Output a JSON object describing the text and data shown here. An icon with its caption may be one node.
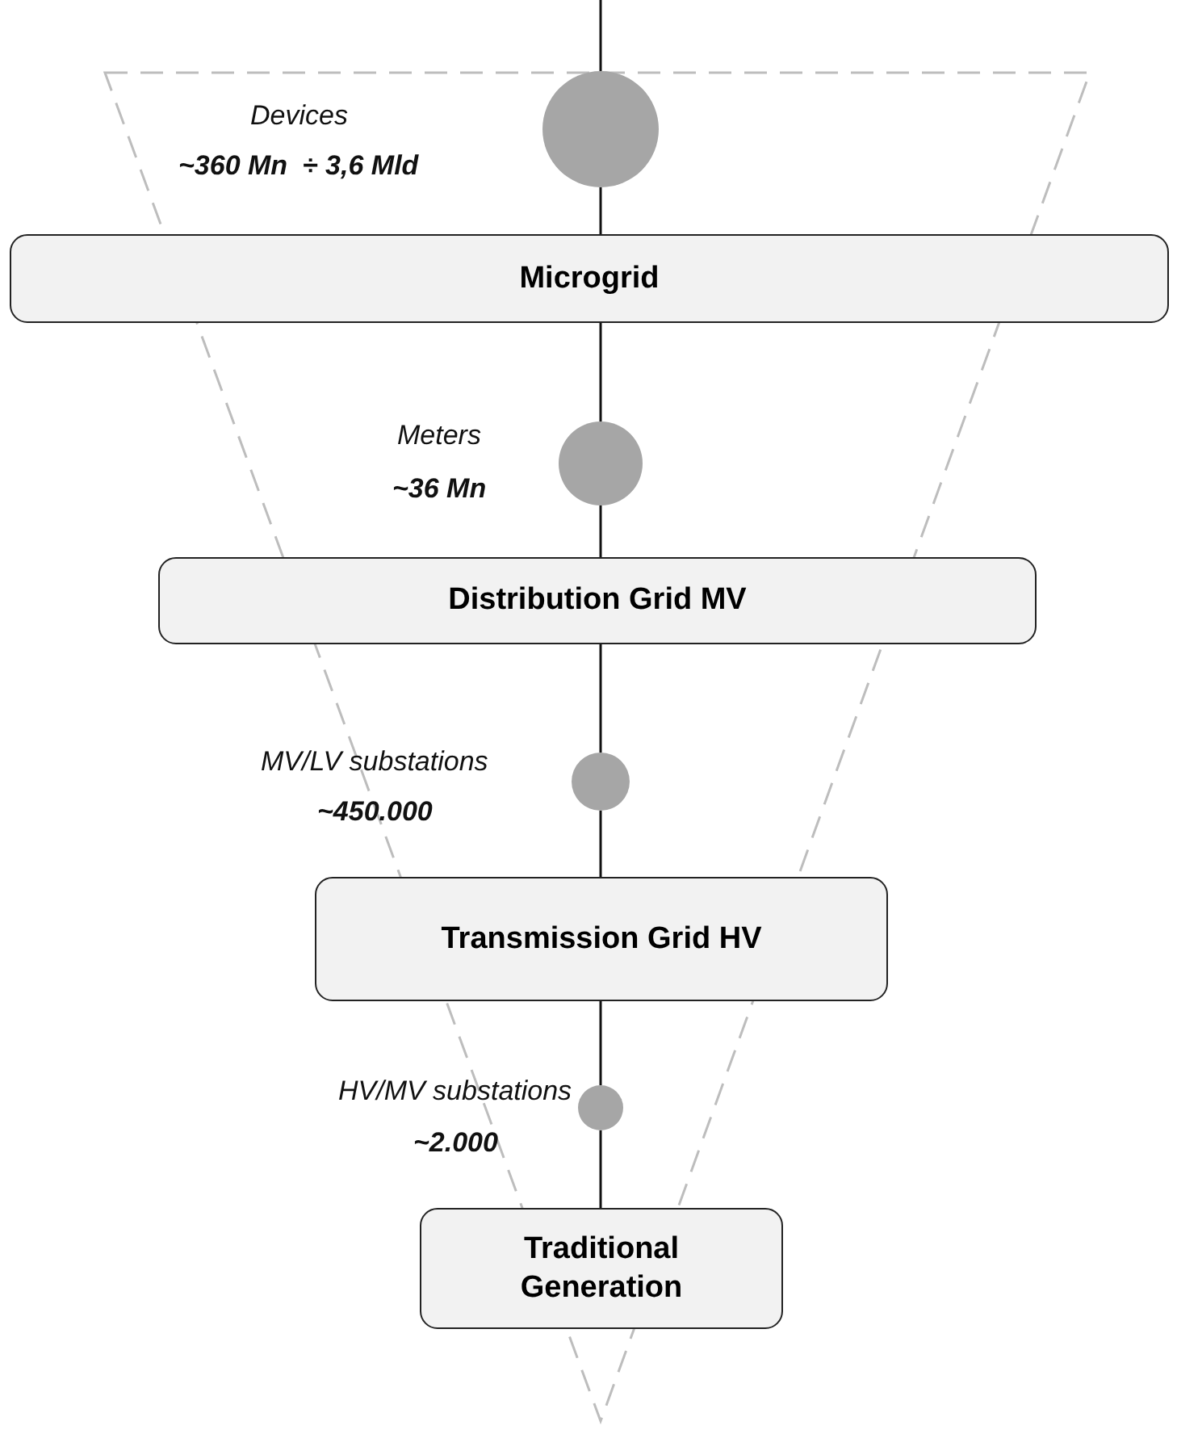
{
  "diagram": {
    "nodes": [
      {
        "text": [],
        "shape": "circle",
        "beside": [
          "Devices",
          "~360 Mn  ÷ 3,6 Mld"
        ]
      },
      {
        "text": [
          "Microgrid"
        ]
      },
      {
        "text": [],
        "shape": "circle",
        "beside": [
          "Meters",
          "~36 Mn"
        ]
      },
      {
        "text": [
          "Distribution Grid MV"
        ]
      },
      {
        "text": [],
        "shape": "circle",
        "beside": [
          "MV/LV substations",
          "~450.000"
        ]
      },
      {
        "text": [
          "Transmission Grid HV"
        ]
      },
      {
        "text": [],
        "shape": "circle",
        "beside": [
          "HV/MV substations",
          "~2.000"
        ]
      },
      {
        "text": [
          "Traditional Generation"
        ]
      }
    ],
    "edges": [
      {
        "from": null,
        "to": 0,
        "arrow": "none"
      },
      {
        "from": 0,
        "to": 1,
        "arrow": "none"
      },
      {
        "from": 1,
        "to": 2,
        "arrow": "none"
      },
      {
        "from": 2,
        "to": 3,
        "arrow": "none"
      },
      {
        "from": 3,
        "to": 4,
        "arrow": "none"
      },
      {
        "from": 4,
        "to": 5,
        "arrow": "none"
      },
      {
        "from": 5,
        "to": 6,
        "arrow": "none"
      },
      {
        "from": 6,
        "to": 7,
        "arrow": "none"
      }
    ]
  }
}
